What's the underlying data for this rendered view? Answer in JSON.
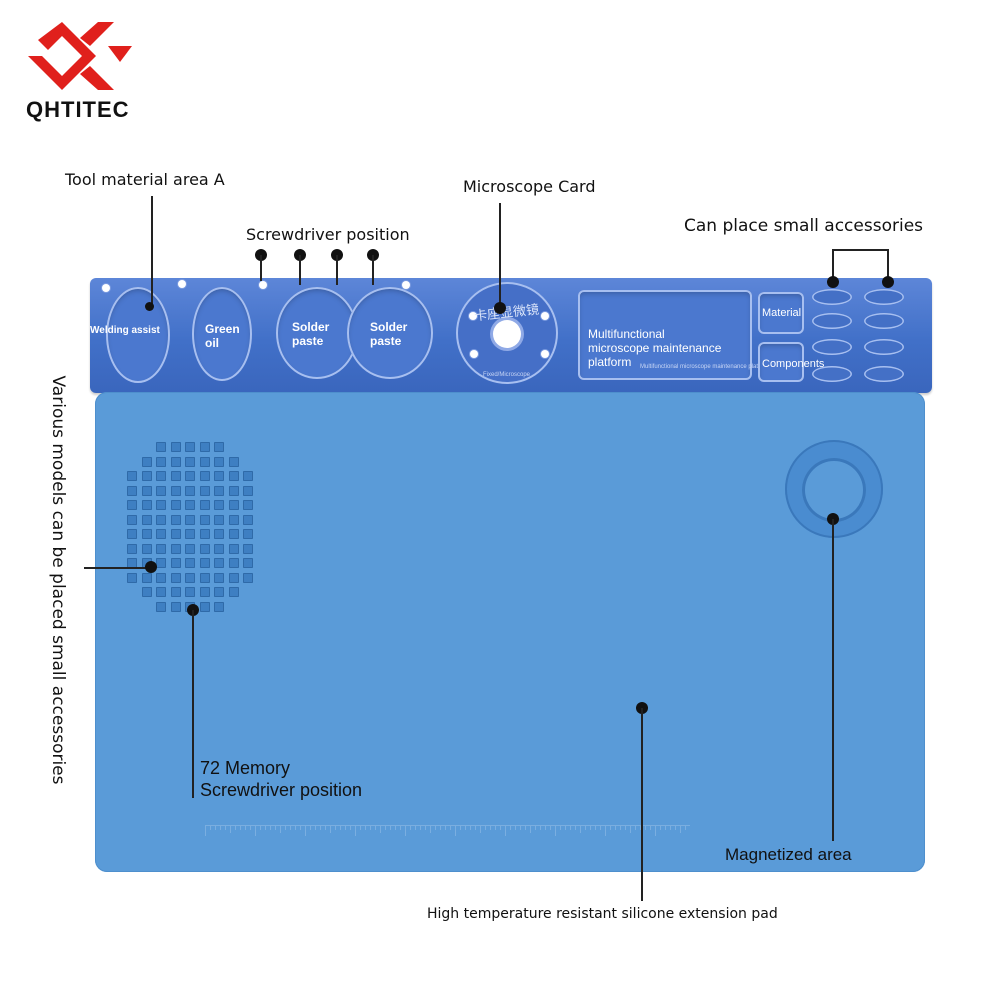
{
  "brand": {
    "name": "QHTITEC",
    "logo_color": "#e0201c"
  },
  "callouts": {
    "tool_material_area": "Tool material area A",
    "screwdriver_position": "Screwdriver position",
    "microscope_card": "Microscope Card",
    "small_accessories": "Can place small accessories",
    "various_models": "Various models can be placed small accessories",
    "memory_line1": "72 Memory",
    "memory_line2": "Screwdriver position",
    "magnetized_area": "Magnetized area",
    "silicone_pad": "High temperature resistant silicone extension pad"
  },
  "bar": {
    "welding_assist": "Welding assist",
    "green_oil_line1": "Green",
    "green_oil_line2": "oil",
    "solder_paste_1_line1": "Solder",
    "solder_paste_1_line2": "paste",
    "solder_paste_2_line1": "Solder",
    "solder_paste_2_line2": "paste",
    "platform_line1": "Multifunctional",
    "platform_line2": "microscope maintenance",
    "platform_line3": "platform",
    "platform_sub": "Multifunctional microscope maintenance platform",
    "microscope_sub": "Fixed/Microscope",
    "microscope_cn": "卡座显微镜",
    "material": "Material",
    "components": "Components"
  },
  "colors": {
    "bar": "#4170c8",
    "pad": "#5a9bd8",
    "logo": "#e0201c"
  }
}
